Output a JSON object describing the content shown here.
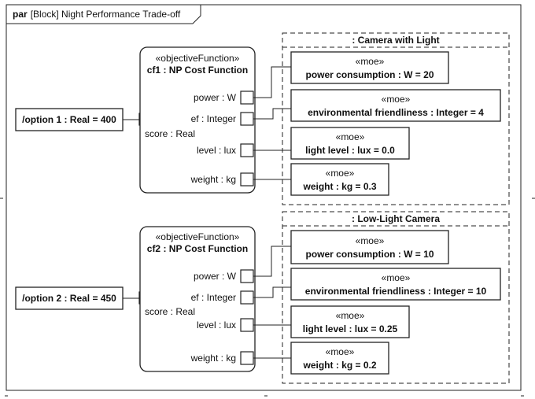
{
  "frame": {
    "keyword": "par",
    "title": "[Block] Night Performance Trade-off"
  },
  "options": [
    {
      "label": "/option 1 : Real = 400"
    },
    {
      "label": "/option 2 : Real = 450"
    }
  ],
  "cost_functions": [
    {
      "stereotype": "«objectiveFunction»",
      "name": "cf1 : NP Cost Function",
      "score": "score : Real",
      "ports": [
        "power : W",
        "ef : Integer",
        "level : lux",
        "weight : kg"
      ]
    },
    {
      "stereotype": "«objectiveFunction»",
      "name": "cf2 : NP Cost Function",
      "score": "score : Real",
      "ports": [
        "power : W",
        "ef : Integer",
        "level : lux",
        "weight : kg"
      ]
    }
  ],
  "alternatives": [
    {
      "title": ": Camera with Light",
      "moes": [
        {
          "stereotype": "«moe»",
          "value": "power consumption : W = 20"
        },
        {
          "stereotype": "«moe»",
          "value": "environmental friendliness : Integer = 4"
        },
        {
          "stereotype": "«moe»",
          "value": "light level : lux = 0.0"
        },
        {
          "stereotype": "«moe»",
          "value": "weight : kg = 0.3"
        }
      ]
    },
    {
      "title": ": Low-Light Camera",
      "moes": [
        {
          "stereotype": "«moe»",
          "value": "power consumption : W = 10"
        },
        {
          "stereotype": "«moe»",
          "value": "environmental friendliness : Integer = 10"
        },
        {
          "stereotype": "«moe»",
          "value": "light level : lux = 0.25"
        },
        {
          "stereotype": "«moe»",
          "value": "weight : kg = 0.2"
        }
      ]
    }
  ]
}
